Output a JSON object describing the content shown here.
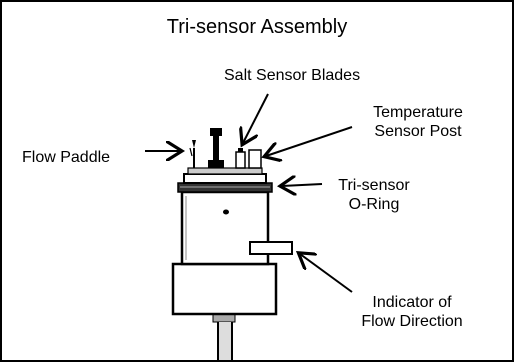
{
  "title": "Tri-sensor Assembly",
  "labels": {
    "salt_sensor_blades": "Salt Sensor Blades",
    "temperature_sensor_post": [
      "Temperature",
      "Sensor Post"
    ],
    "flow_paddle": "Flow Paddle",
    "trisensor_oring": [
      "Tri-sensor",
      "O-Ring"
    ],
    "indicator_flow_direction": [
      "Indicator of",
      "Flow Direction"
    ]
  }
}
